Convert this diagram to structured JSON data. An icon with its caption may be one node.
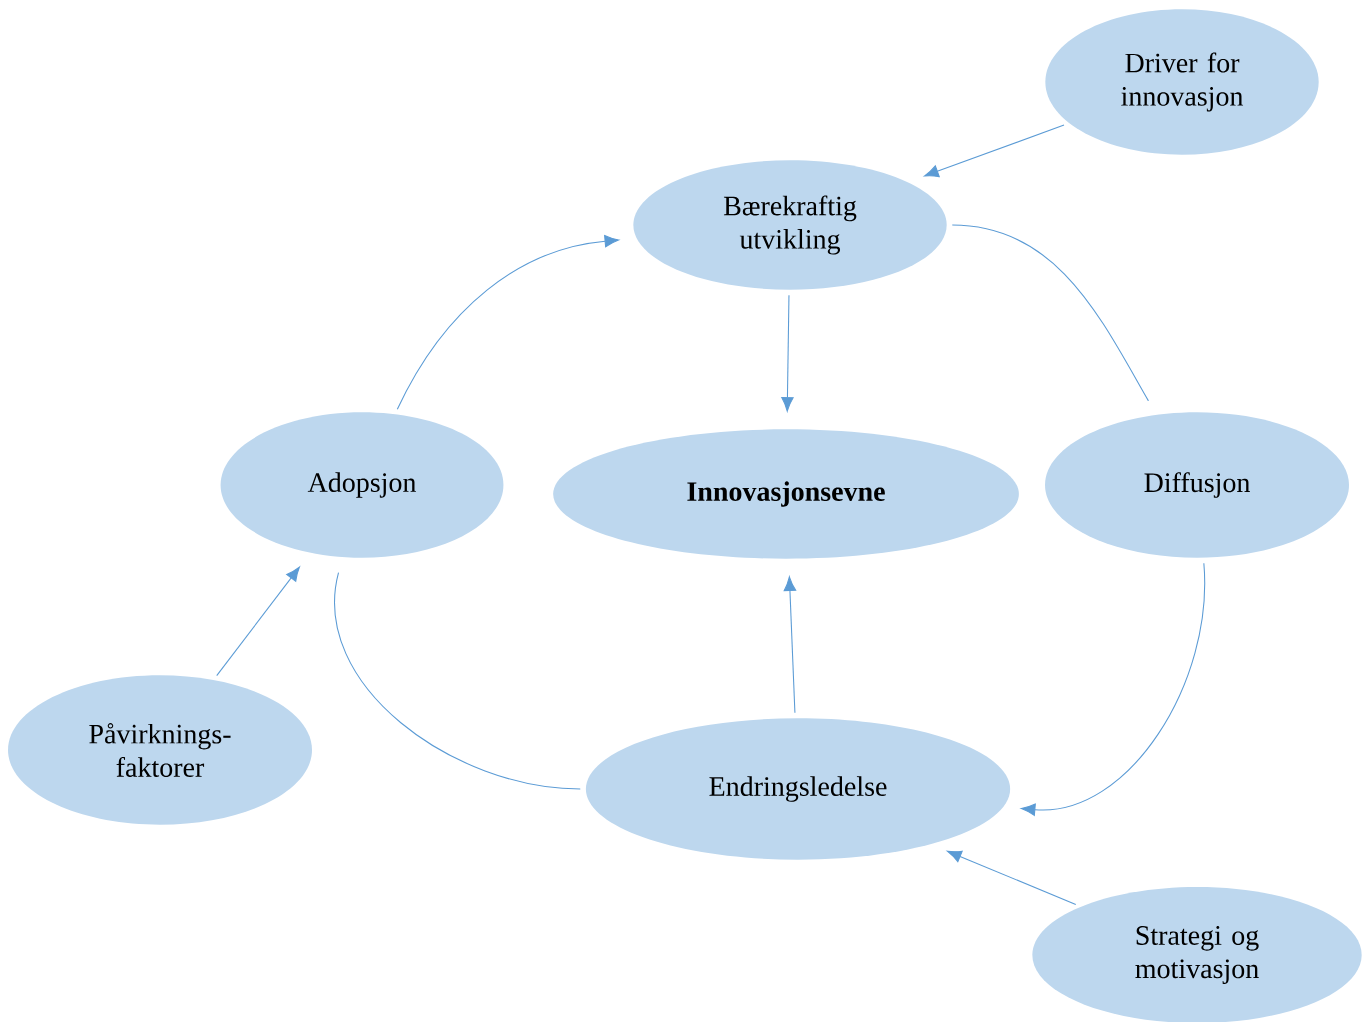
{
  "diagram": {
    "nodes": [
      {
        "text": [
          "Driver for innovasjon"
        ]
      },
      {
        "text": [
          "Bærekraftig utvikling"
        ]
      },
      {
        "text": [
          "Adopsjon"
        ]
      },
      {
        "text": [
          "Innovasjonsevne"
        ]
      },
      {
        "text": [
          "Diffusjon"
        ]
      },
      {
        "text": [
          "Påvirknings- faktorer"
        ]
      },
      {
        "text": [
          "Endringsledelse"
        ]
      },
      {
        "text": [
          "Strategi og motivasjon"
        ]
      }
    ],
    "edges": [
      {
        "from": 0,
        "to": 1,
        "arrow": "to"
      },
      {
        "from": 1,
        "to": 3,
        "arrow": "to"
      },
      {
        "from": 6,
        "to": 3,
        "arrow": "to"
      },
      {
        "from": 2,
        "to": 1,
        "arrow": "to"
      },
      {
        "from": 1,
        "to": 4,
        "arrow": "none"
      },
      {
        "from": 4,
        "to": 6,
        "arrow": "to"
      },
      {
        "from": 6,
        "to": 2,
        "arrow": "none"
      },
      {
        "from": 5,
        "to": 2,
        "arrow": "to"
      },
      {
        "from": 7,
        "to": 6,
        "arrow": "to"
      }
    ]
  }
}
